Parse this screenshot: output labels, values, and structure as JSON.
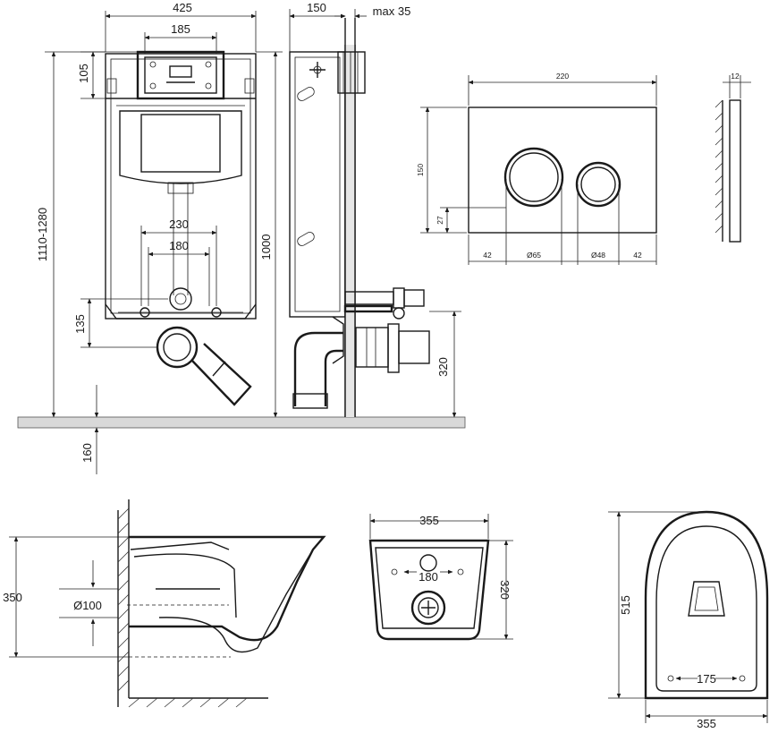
{
  "labels": {
    "frame_width": "425",
    "bracket_width": "185",
    "top_offset": "105",
    "install_height_range": "1110-1280",
    "bolt_spacing_230": "230",
    "bolt_spacing_180": "180",
    "pipe_height": "135",
    "floor_offset": "160",
    "frame_height": "1000",
    "frame_depth": "150",
    "wall_max": "max 35",
    "drain_height": "320",
    "plate_width": "220",
    "plate_thickness": "12",
    "plate_height": "150",
    "button_offset": "27",
    "margin_left": "42",
    "button_large": "Ø65",
    "button_small": "Ø48",
    "margin_right": "42",
    "bowl_height": "350",
    "outlet_diameter": "Ø100",
    "rear_width": "355",
    "rear_bolt_spacing": "180",
    "rear_height": "320",
    "bowl_length": "515",
    "top_bolt_spacing": "175",
    "top_width": "355"
  }
}
